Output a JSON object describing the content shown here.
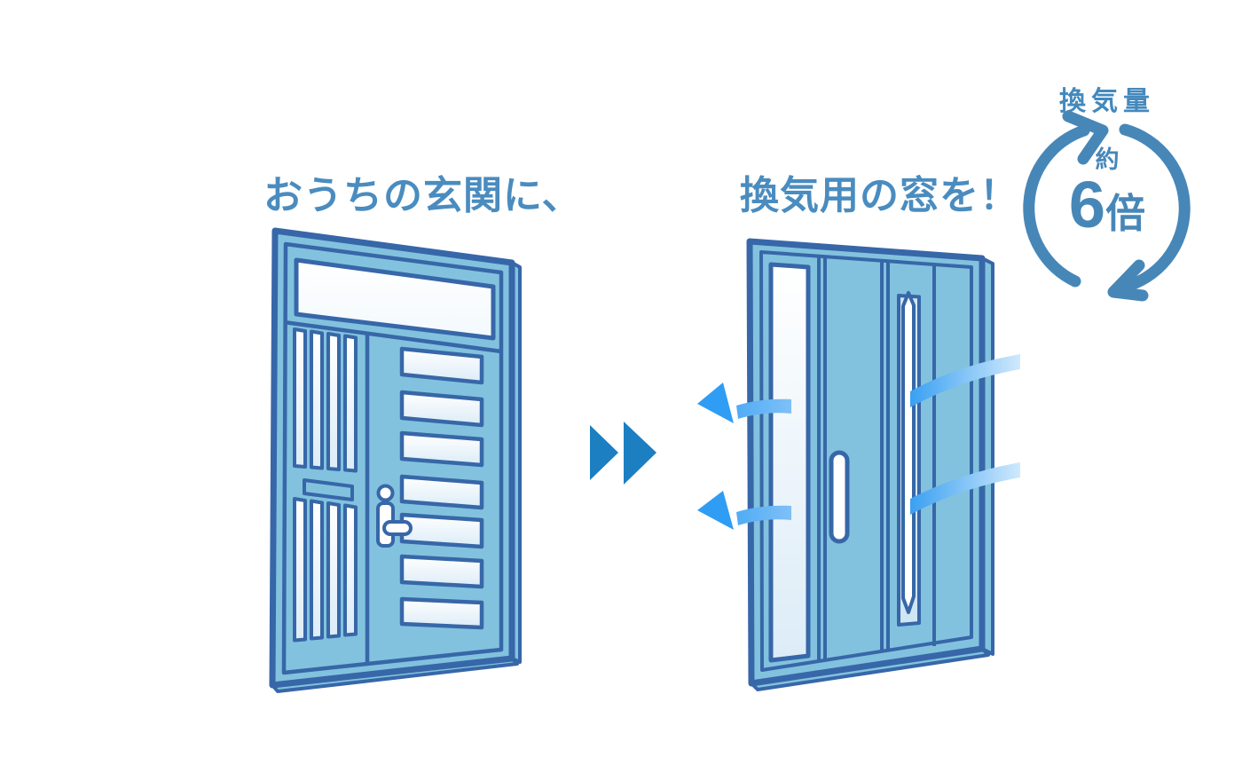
{
  "card": {
    "background": "#ffffff",
    "corner_radius": "40px"
  },
  "headings": {
    "left": "おうちの玄関に、",
    "right": "換気用の窓を！"
  },
  "transition": {
    "icon": "fast-forward-icon"
  },
  "badge": {
    "label": "換気量",
    "approx": "約",
    "value": "6",
    "unit": "倍",
    "icon": "clockwise-circulation-arrows-icon"
  },
  "illustrations": {
    "left_door": "closed-entrance-door",
    "right_door": "entrance-door-with-open-ventilation-window",
    "airflow_icon": "airflow-left-arrows"
  },
  "colors": {
    "heading_text": "#4a8cbf",
    "badge_blue": "#4787b8",
    "door_fill": "#82c2de",
    "door_outline": "#3767a8",
    "glass_tint": "#dcecf7",
    "flow_blue": "#2f9df3",
    "flow_light": "#cfe9fc",
    "transition_arrow_blue": "#1b7fc1"
  }
}
